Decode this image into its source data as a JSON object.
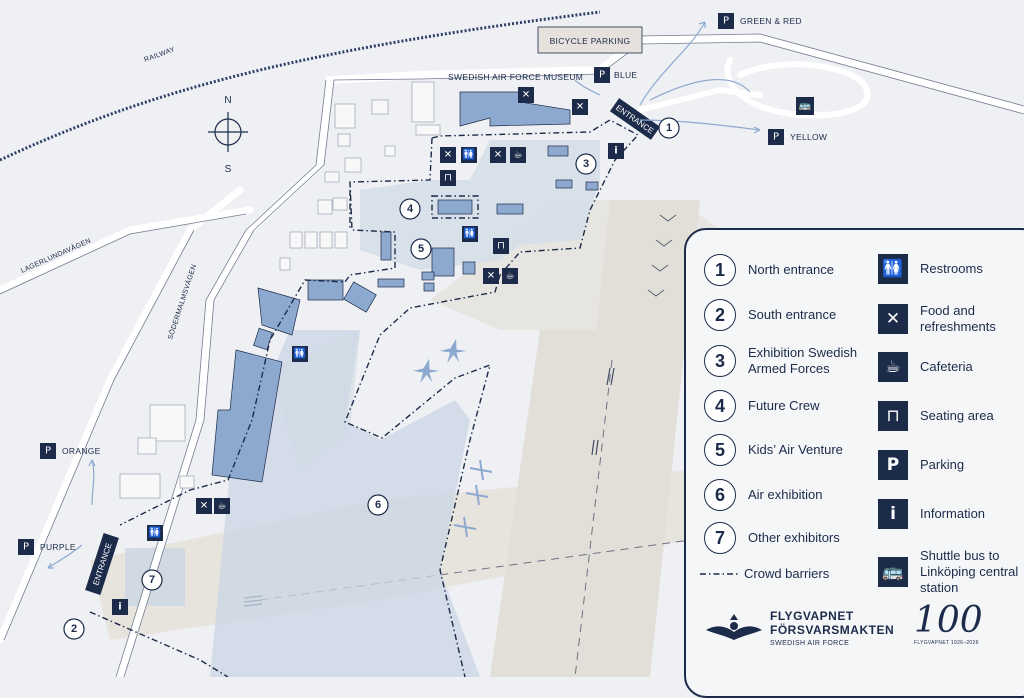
{
  "map": {
    "labels": {
      "railway": "RAILWAY",
      "lagerlund": "LAGERLUNDAVÄGEN",
      "sodermalm": "SÖDERMALMSVÄGEN",
      "bicycle": "BICYCLE PARKING",
      "museum": "SWEDISH AIR FORCE MUSEUM",
      "entrance_n": "ENTRANCE",
      "entrance_s": "ENTRANCE",
      "north": "N",
      "south": "S"
    },
    "parking": [
      {
        "name": "GREEN & RED"
      },
      {
        "name": "BLUE"
      },
      {
        "name": "YELLOW"
      },
      {
        "name": "ORANGE"
      },
      {
        "name": "PURPLE"
      }
    ],
    "areas": [
      "1",
      "2",
      "3",
      "4",
      "5",
      "6",
      "7"
    ],
    "icons": {
      "restroom": "🚻",
      "food": "✕",
      "cafe": "☕",
      "seat": "⊓",
      "parking": "P",
      "info": "i",
      "bus": "🚌"
    }
  },
  "legend": {
    "numbers": [
      {
        "num": "1",
        "label": "North entrance"
      },
      {
        "num": "2",
        "label": "South entrance"
      },
      {
        "num": "3",
        "label": "Exhibition Swedish Armed Forces"
      },
      {
        "num": "4",
        "label": "Future Crew"
      },
      {
        "num": "5",
        "label": "Kids’ Air Venture"
      },
      {
        "num": "6",
        "label": "Air exhibition"
      },
      {
        "num": "7",
        "label": "Other exhibitors"
      }
    ],
    "crowd_barriers": "Crowd barriers",
    "symbols": [
      {
        "icon": "restroom-icon",
        "label": "Restrooms"
      },
      {
        "icon": "food-icon",
        "label": "Food and refreshments"
      },
      {
        "icon": "cafe-icon",
        "label": "Cafeteria"
      },
      {
        "icon": "seating-icon",
        "label": "Seating area"
      },
      {
        "icon": "parking-icon",
        "label": "Parking"
      },
      {
        "icon": "info-icon",
        "label": "Information"
      },
      {
        "icon": "bus-icon",
        "label": "Shuttle bus to Linköping central station"
      }
    ]
  },
  "branding": {
    "flygvapnet": "FLYGVAPNET",
    "forsvarsmakten": "FÖRSVARSMAKTEN",
    "swedish_air_force": "SWEDISH AIR FORCE",
    "centennial": "FLYGVAPNET 1926–2026",
    "centennial_mark": "100"
  },
  "colors": {
    "navy": "#1c2b4a",
    "building": "#8ea9cf",
    "area": "#d9e2ec"
  }
}
